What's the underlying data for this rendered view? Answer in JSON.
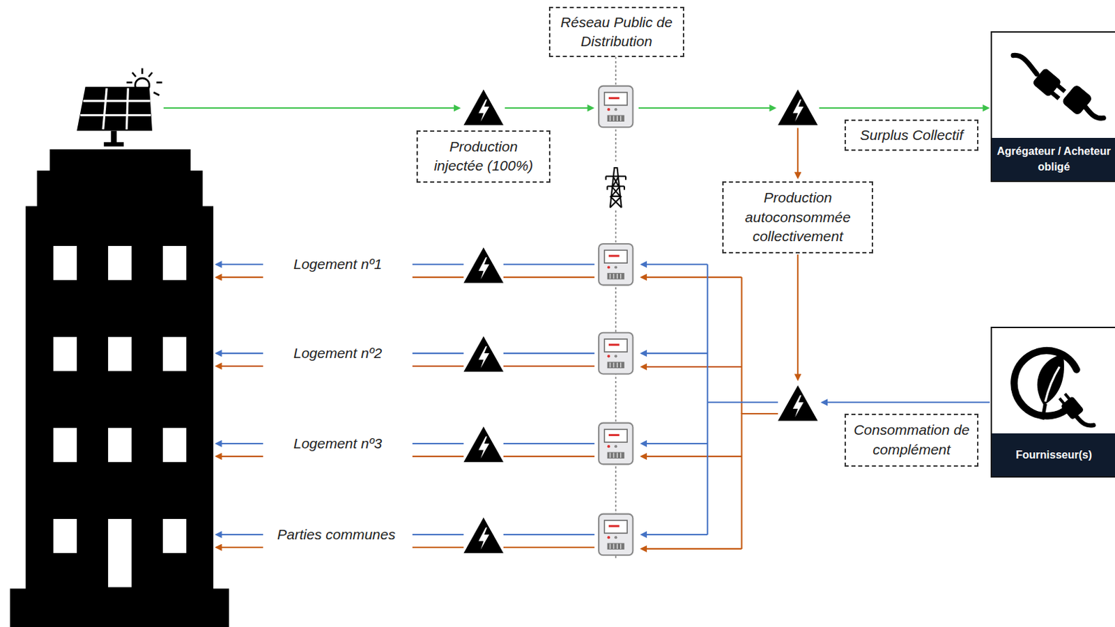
{
  "diagram": {
    "nodes": [
      {
        "text": [
          "Réseau Public de Distribution"
        ]
      },
      {
        "text": [
          "Production injectée (100%)"
        ]
      },
      {
        "text": [
          "Surplus Collectif"
        ]
      },
      {
        "text": [
          "Agrégateur / Acheteur obligé"
        ]
      },
      {
        "text": [
          "Production autoconsommée collectivement"
        ]
      },
      {
        "text": [
          "Consommation de complément"
        ]
      },
      {
        "text": [
          "Fournisseur(s)"
        ]
      }
    ],
    "labels": [
      "Logement nº1",
      "Logement nº2",
      "Logement nº3",
      "Parties communes"
    ]
  }
}
